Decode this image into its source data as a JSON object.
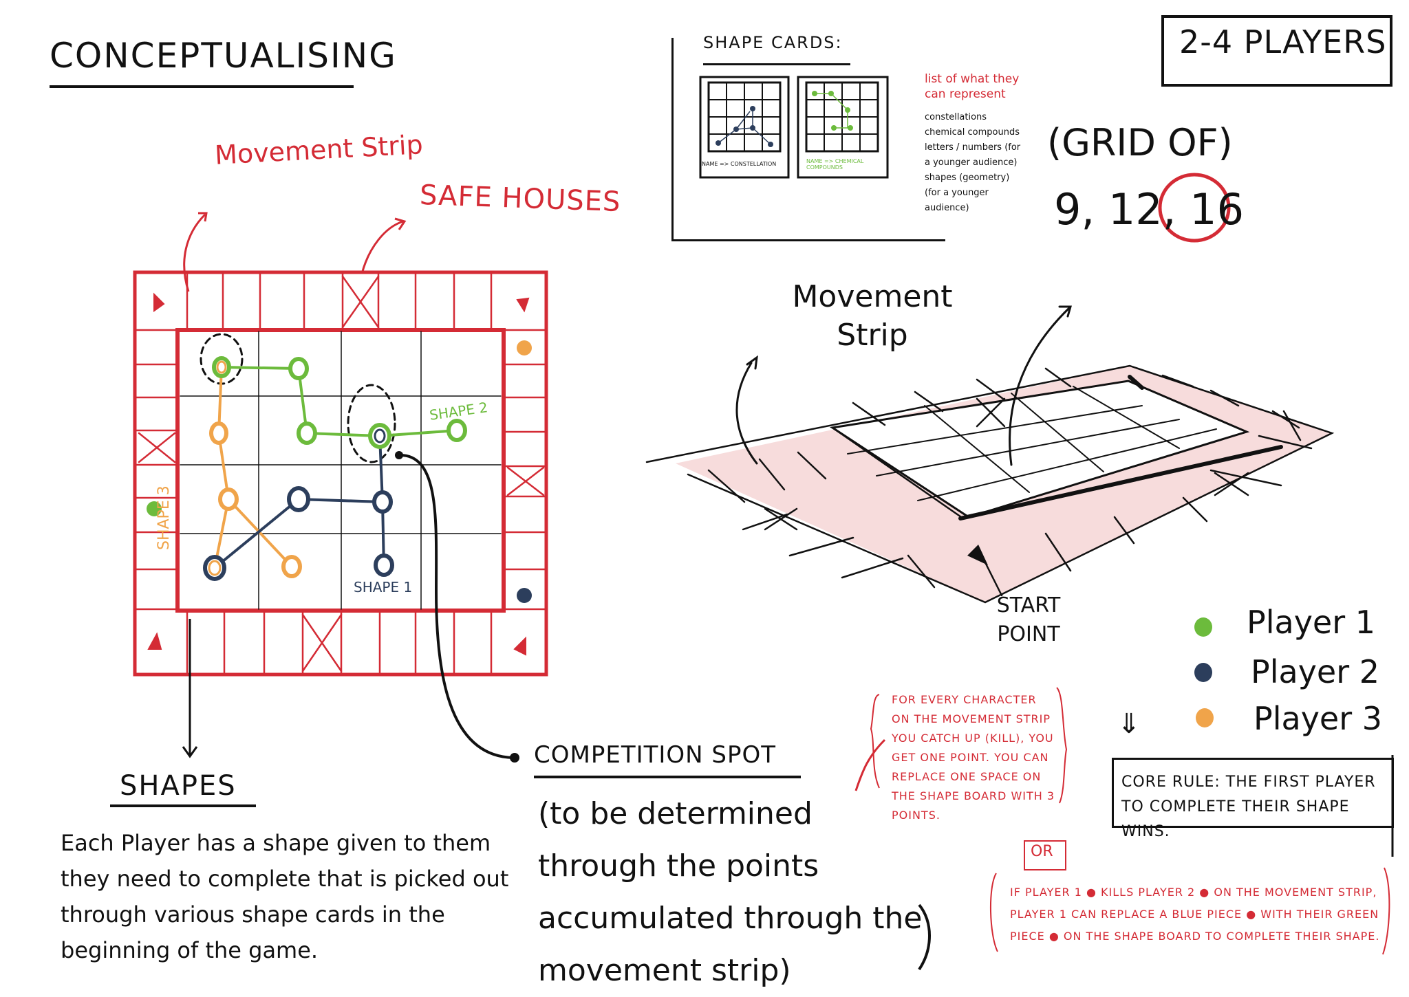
{
  "title": "CONCEPTUALISING",
  "labels": {
    "movement_strip_top": "Movement Strip",
    "safe_houses": "SAFE HOUSES",
    "movement_strip_3d": "Movement Strip",
    "start_point": "START POINT",
    "shape_1": "SHAPE 1",
    "shape_2": "SHAPE 2",
    "shape_3": "SHAPE 3"
  },
  "shape_cards": {
    "title": "SHAPE CARDS:",
    "card1_name": "NAME => CONSTELLATION",
    "card2_name": "NAME => CHEMICAL COMPOUNDS",
    "represent_title": "list of what they can represent",
    "represent_items": [
      "constellations",
      "chemical compounds",
      "letters / numbers (for a younger audience)",
      "shapes (geometry) (for a younger audience)"
    ]
  },
  "players_count": "2-4 PLAYERS",
  "grid_of": "(GRID OF)",
  "grid_sizes": "9, 12, 16",
  "grid_selected": "16",
  "legend": [
    {
      "label": "Player 1",
      "color": "#6cbb3c"
    },
    {
      "label": "Player 2",
      "color": "#2c3e5c"
    },
    {
      "label": "Player 3",
      "color": "#f0a44a"
    }
  ],
  "arrow_down": "⇓",
  "core_rule": "CORE RULE: THE FIRST PLAYER TO COMPLETE THEIR SHAPE WINS.",
  "points_rule": "FOR EVERY CHARACTER ON THE MOVEMENT STRIP YOU CATCH UP (KILL), YOU GET ONE POINT. YOU CAN REPLACE ONE SPACE ON THE SHAPE BOARD WITH 3 POINTS.",
  "or_label": "OR",
  "kill_rule": "IF PLAYER 1 ● KILLS PLAYER 2 ● ON THE MOVEMENT STRIP, PLAYER 1 CAN REPLACE A BLUE PIECE ● WITH THEIR GREEN PIECE ● ON THE SHAPE BOARD TO COMPLETE THEIR SHAPE.",
  "competition_spot": "COMPETITION SPOT",
  "competition_desc": "(to be determined through the points accumulated through the movement strip)",
  "shapes_title": "SHAPES",
  "shapes_desc": "Each Player has a shape given to them they need to complete that is picked out through various shape cards in the beginning of the game.",
  "colors": {
    "board_red": "#d42b35",
    "player_green": "#6cbb3c",
    "player_navy": "#2c3e5c",
    "player_orange": "#f0a44a",
    "strip_pink": "#f7dcdc"
  }
}
